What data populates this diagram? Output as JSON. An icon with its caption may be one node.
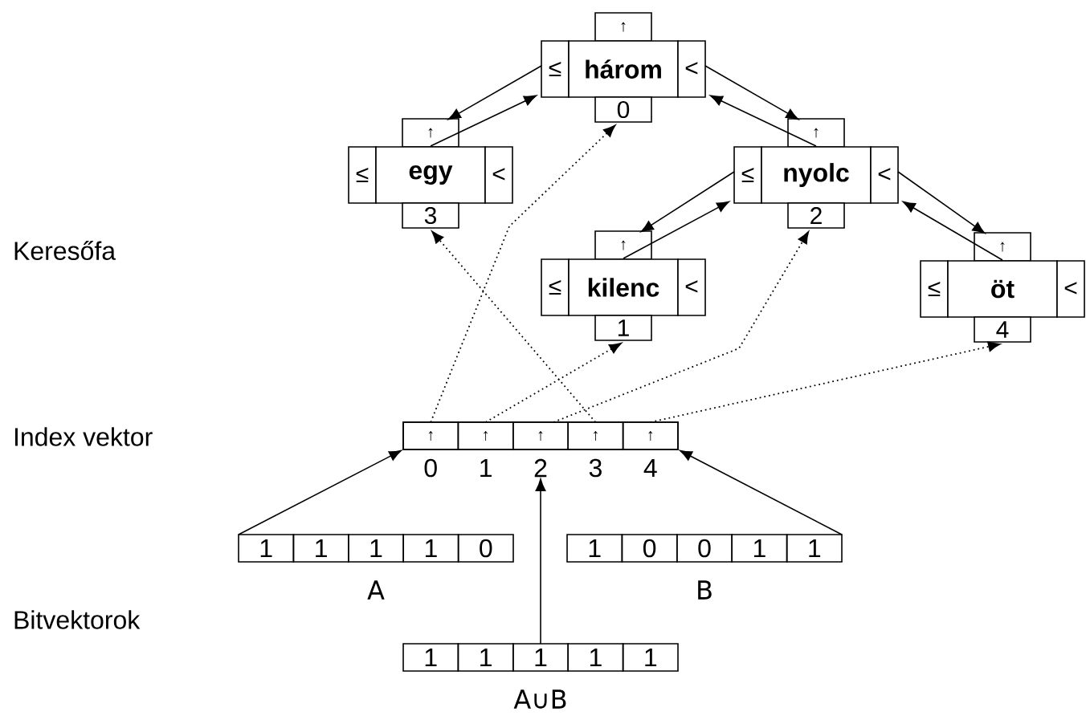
{
  "diagram": {
    "nodes": [
      {
        "text": [
          "↑",
          "≤",
          "három",
          "<",
          "0"
        ]
      },
      {
        "text": [
          "↑",
          "≤",
          "egy",
          "<",
          "3"
        ]
      },
      {
        "text": [
          "↑",
          "≤",
          "nyolc",
          "<",
          "2"
        ]
      },
      {
        "text": [
          "↑",
          "≤",
          "kilenc",
          "<",
          "1"
        ]
      },
      {
        "text": [
          "↑",
          "≤",
          "öt",
          "<",
          "4"
        ]
      },
      {
        "text": [],
        "shape": "box"
      },
      {
        "text": [
          "↑"
        ],
        "in": 5,
        "beside": [
          "0"
        ]
      },
      {
        "text": [
          "↑"
        ],
        "in": 5,
        "beside": [
          "1"
        ]
      },
      {
        "text": [
          "↑"
        ],
        "in": 5,
        "beside": [
          "2"
        ]
      },
      {
        "text": [
          "↑"
        ],
        "in": 5,
        "beside": [
          "3"
        ]
      },
      {
        "text": [
          "↑"
        ],
        "in": 5,
        "beside": [
          "4"
        ]
      },
      {
        "text": [
          "1",
          "1",
          "1",
          "1",
          "0"
        ],
        "beside": [
          "A"
        ]
      },
      {
        "text": [
          "1",
          "0",
          "0",
          "1",
          "1"
        ],
        "beside": [
          "B"
        ]
      },
      {
        "text": [
          "1",
          "1",
          "1",
          "1",
          "1"
        ],
        "beside": [
          "A∪B"
        ]
      }
    ],
    "edges": [
      {
        "from": 0,
        "to": 1,
        "arrow": "to"
      },
      {
        "from": 1,
        "to": 0,
        "arrow": "to"
      },
      {
        "from": 0,
        "to": 2,
        "arrow": "to"
      },
      {
        "from": 2,
        "to": 0,
        "arrow": "to"
      },
      {
        "from": 2,
        "to": 3,
        "arrow": "to"
      },
      {
        "from": 3,
        "to": 2,
        "arrow": "to"
      },
      {
        "from": 2,
        "to": 4,
        "arrow": "to"
      },
      {
        "from": 4,
        "to": 2,
        "arrow": "to"
      },
      {
        "from": 6,
        "to": 0,
        "arrow": "to",
        "style": "dashed"
      },
      {
        "from": 7,
        "to": 3,
        "arrow": "to",
        "style": "dashed"
      },
      {
        "from": 8,
        "to": 2,
        "arrow": "to",
        "style": "dashed"
      },
      {
        "from": 9,
        "to": 1,
        "arrow": "to",
        "style": "dashed"
      },
      {
        "from": 10,
        "to": 4,
        "arrow": "to",
        "style": "dashed"
      },
      {
        "from": 11,
        "to": 5,
        "arrow": "to"
      },
      {
        "from": 12,
        "to": 5,
        "arrow": "to"
      },
      {
        "from": 13,
        "to": 8,
        "arrow": "to"
      }
    ],
    "labels": [
      "Keresőfa",
      "Index vektor",
      "Bitvektorok"
    ]
  }
}
